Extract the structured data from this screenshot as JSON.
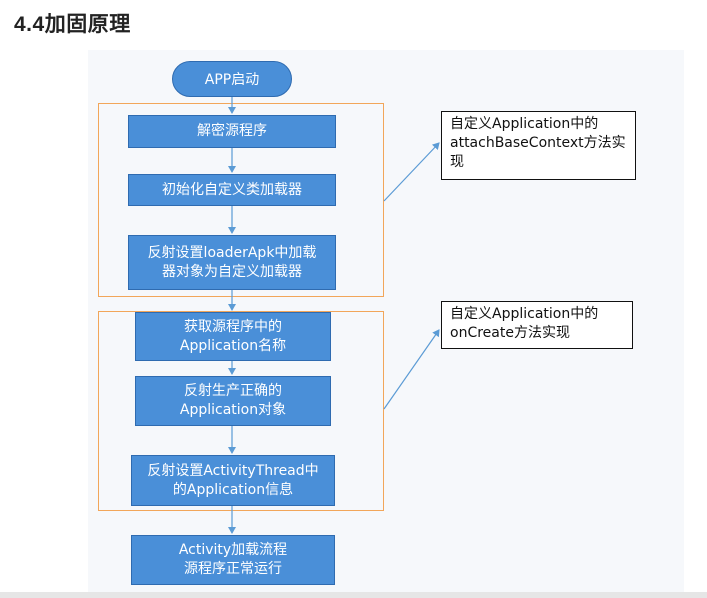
{
  "heading": "4.4加固原理",
  "start": "APP启动",
  "steps": [
    "解密源程序",
    "初始化自定义类加载器",
    "反射设置loaderApk中加载\n器对象为自定义加载器",
    "获取源程序中的\nApplication名称",
    "反射生产正确的\nApplication对象",
    "反射设置ActivityThread中\n的Application信息",
    "Activity加载流程\n源程序正常运行"
  ],
  "notes": [
    "自定义Application中的\nattachBaseContext方法实\n现",
    "自定义Application中的\nonCreate方法实现"
  ],
  "colors": {
    "node_fill": "#4a8fd8",
    "node_border": "#2f6bb0",
    "group_border": "#f2a65a",
    "connector": "#5b9bd5"
  }
}
